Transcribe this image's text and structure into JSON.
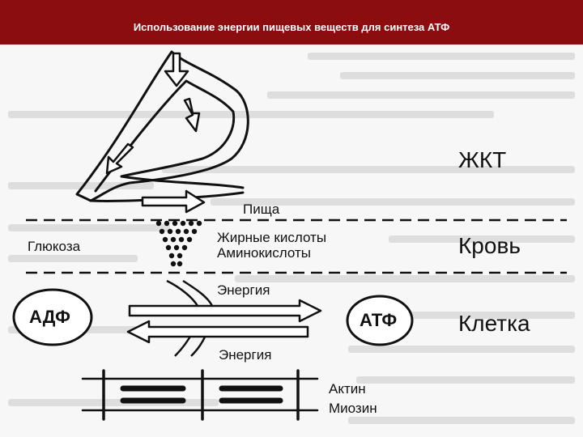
{
  "slide": {
    "title": "Использование энергии пищевых веществ для синтеза АТФ"
  },
  "diagram": {
    "food_label": "Пища",
    "glucose_label": "Глюкоза",
    "fatty_acids_label": "Жирные кислоты",
    "amino_acids_label": "Аминокислоты",
    "energy_in_label": "Энергия",
    "energy_out_label": "Энергия",
    "adp_label": "АДФ",
    "atp_label": "АТФ",
    "actin_label": "Актин",
    "myosin_label": "Миозин",
    "zone_gi": "ЖКТ",
    "zone_blood": "Кровь",
    "zone_cell": "Клетка"
  },
  "colors": {
    "header_bg": "#8c0d10",
    "header_text": "#ffffff",
    "ink": "#111111"
  }
}
